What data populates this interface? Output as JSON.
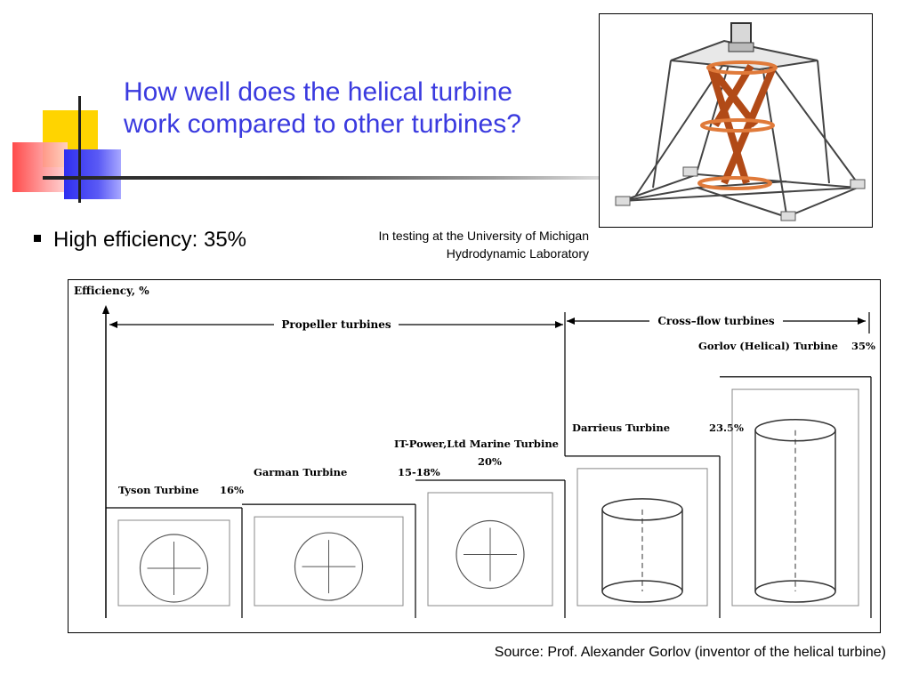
{
  "slide": {
    "title_line1": "How well does the helical turbine",
    "title_line2": "work compared to other turbines?",
    "bullet": "High efficiency:  35%",
    "note_line1": "In testing at the University of Michigan",
    "note_line2": "Hydrodynamic Laboratory",
    "source": "Source: Prof. Alexander Gorlov (inventor of the helical turbine)",
    "accent_color": "#3a3adf"
  },
  "chart_data": {
    "type": "bar",
    "ylabel": "Efficiency,  %",
    "ylim": [
      0,
      40
    ],
    "categories": [
      "Tyson Turbine",
      "Garman Turbine",
      "IT-Power,Ltd Marine Turbine",
      "Darrieus Turbine",
      "Gorlov (Helical) Turbine"
    ],
    "values": [
      16,
      16.5,
      20,
      23.5,
      35
    ],
    "value_labels": [
      "16%",
      "15-18%",
      "20%",
      "23.5%",
      "35%"
    ],
    "groups": [
      {
        "name": "Propeller   turbines",
        "span": [
          0,
          2
        ]
      },
      {
        "name": "Cross–flow  turbines",
        "span": [
          3,
          4
        ]
      }
    ],
    "grid": false,
    "legend": "none"
  }
}
